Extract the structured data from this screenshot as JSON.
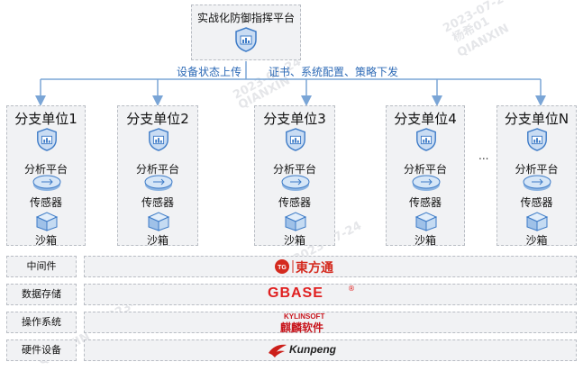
{
  "top_node": {
    "title": "实战化防御指挥平台"
  },
  "flow": {
    "upload_label": "设备状态上传",
    "download_label": "证书、系统配置、策略下发"
  },
  "branches": [
    {
      "title": "分支单位1",
      "platform": "分析平台",
      "sensor": "传感器",
      "sandbox": "沙箱"
    },
    {
      "title": "分支单位2",
      "platform": "分析平台",
      "sensor": "传感器",
      "sandbox": "沙箱"
    },
    {
      "title": "分支单位3",
      "platform": "分析平台",
      "sensor": "传感器",
      "sandbox": "沙箱"
    },
    {
      "title": "分支单位4",
      "platform": "分析平台",
      "sensor": "传感器",
      "sandbox": "沙箱"
    },
    {
      "title": "分支单位N",
      "platform": "分析平台",
      "sensor": "传感器",
      "sandbox": "沙箱"
    }
  ],
  "ellipsis": "...",
  "layers": [
    {
      "label": "中间件",
      "vendor": "東方通"
    },
    {
      "label": "数据存储",
      "vendor": "GBASE"
    },
    {
      "label": "操作系统",
      "vendor": "麒麟软件",
      "vendor_sub": "KYLINSOFT"
    },
    {
      "label": "硬件设备",
      "vendor": "Kunpeng"
    }
  ],
  "colors": {
    "arrow": "#7aa5d6",
    "arrow_label": "#2d6ab6",
    "box_fill": "#f1f2f4",
    "box_border": "#b9bdc4",
    "dongfang_red": "#d42a1e",
    "gbase_red": "#e02020",
    "kylin_red": "#c8161d",
    "kunpeng_red": "#cc1f1a"
  },
  "watermark": [
    "2023-07-24",
    "杨希01",
    "QIANXIN"
  ]
}
